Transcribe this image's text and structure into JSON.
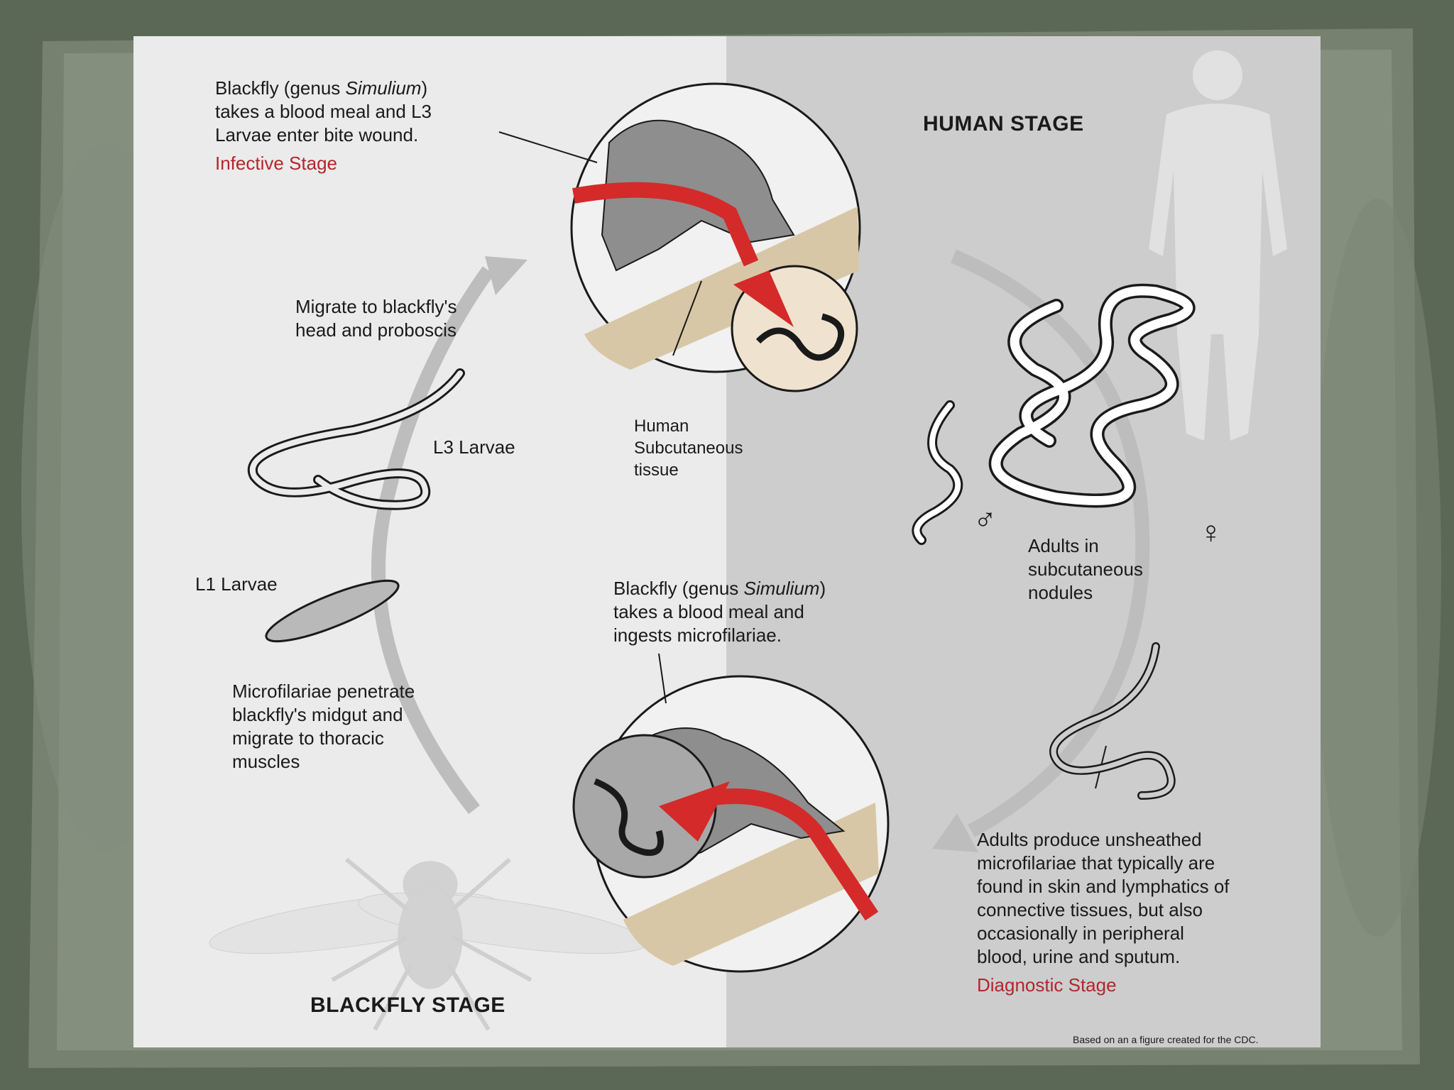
{
  "infective": {
    "line1_pre": "Blackfly (genus ",
    "line1_genus": "Simulium",
    "line1_post": ")",
    "line2": "takes a blood meal and L3",
    "line3": "Larvae enter bite wound.",
    "stage_label": "Infective Stage"
  },
  "human_stage_title": "HUMAN STAGE",
  "migrate": {
    "line1": "Migrate to blackfly's",
    "line2": "head and proboscis"
  },
  "l3_label": "L3 Larvae",
  "l1_label": "L1 Larvae",
  "tissue": {
    "line1": "Human",
    "line2": "Subcutaneous",
    "line3": "tissue"
  },
  "adults": {
    "male_symbol": "♂",
    "female_symbol": "♀",
    "line1": "Adults in",
    "line2": "subcutaneous",
    "line3": "nodules"
  },
  "ingest": {
    "line1_pre": "Blackfly (genus ",
    "line1_genus": "Simulium",
    "line1_post": ")",
    "line2": "takes a blood meal and",
    "line3": "ingests microfilariae."
  },
  "penetrate": {
    "line1": "Microfilariae penetrate",
    "line2": "blackfly's midgut and",
    "line3": "migrate to thoracic",
    "line4": "muscles"
  },
  "diagnostic": {
    "line1": "Adults produce unsheathed",
    "line2": "microfilariae that typically are",
    "line3": "found in skin and lymphatics of",
    "line4": "connective tissues, but also",
    "line5": "occasionally in peripheral",
    "line6": "blood, urine and sputum.",
    "stage_label": "Diagnostic Stage"
  },
  "blackfly_stage_title": "BLACKFLY STAGE",
  "credit": "Based on an a figure created for the CDC.",
  "colors": {
    "frame": "#5d6a57",
    "panel_left": "#ebebeb",
    "panel_right": "#cdcdcd",
    "arrow_red": "#d42a2a",
    "stage_red": "#b3262b",
    "skin": "#d8c7a6"
  }
}
